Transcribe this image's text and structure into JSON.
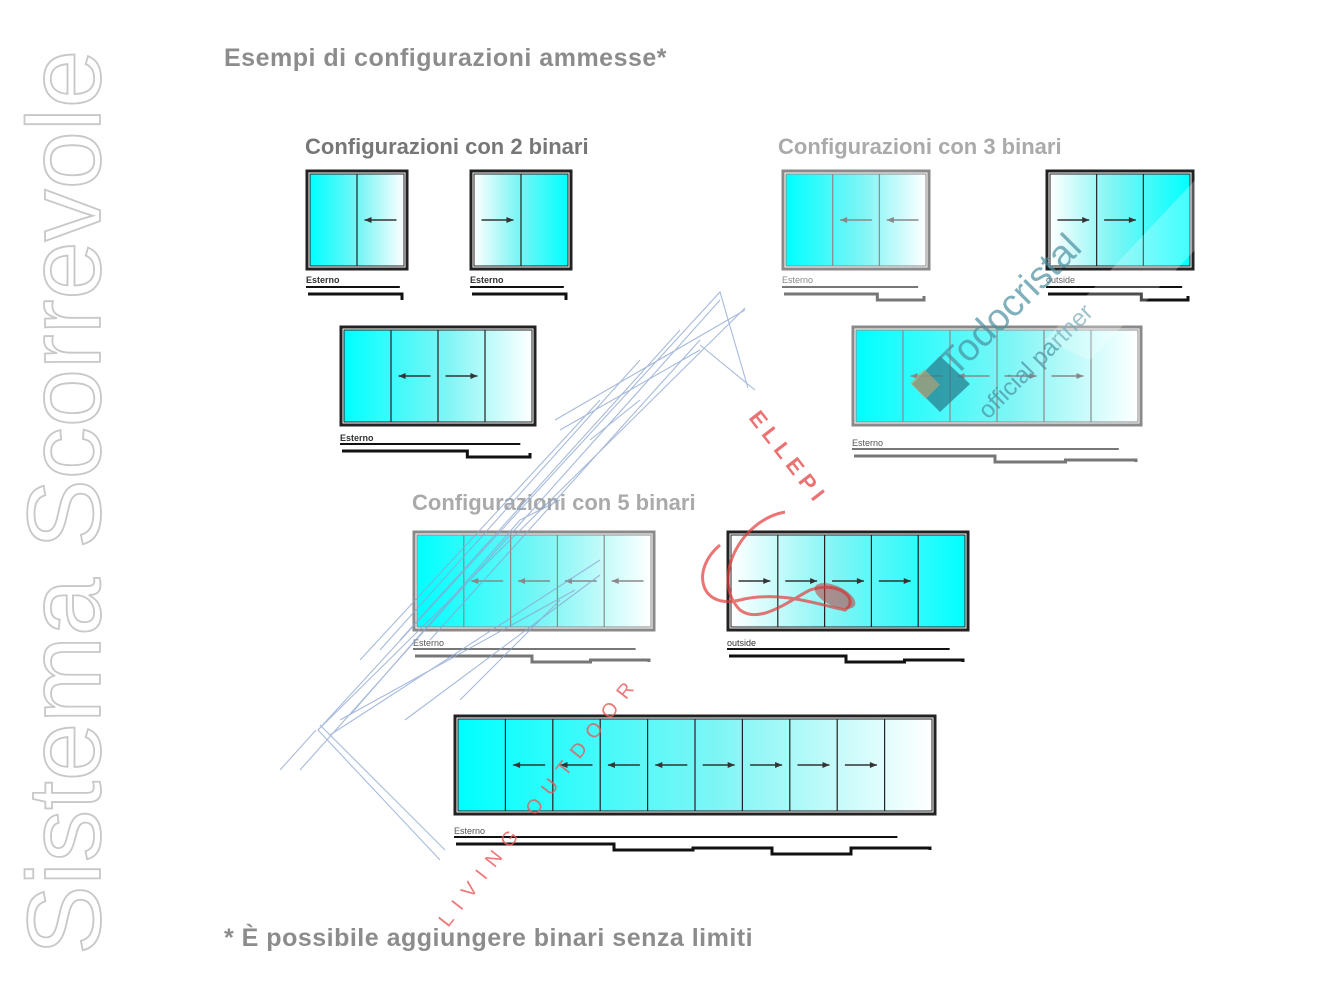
{
  "page": {
    "side_title": "Sistema Scorrevole",
    "heading": "Esempi di configurazioni ammesse*",
    "footnote": "* È possibile aggiungere binari senza limiti"
  },
  "groups": [
    {
      "id": "two-tracks",
      "title": "Configurazioni con 2 binari",
      "faded": false
    },
    {
      "id": "three-tracks",
      "title": "Configurazioni con 3 binari",
      "faded": true
    },
    {
      "id": "five-tracks",
      "title": "Configurazioni con 5 binari",
      "faded": true
    }
  ],
  "configs": [
    {
      "id": "c2a",
      "group": "two-tracks",
      "panels": 2,
      "arrows": [
        "",
        "left"
      ],
      "fade": "ltr",
      "side_label": "Esterno",
      "frame": "dark"
    },
    {
      "id": "c2b",
      "group": "two-tracks",
      "panels": 2,
      "arrows": [
        "right",
        ""
      ],
      "fade": "rtl",
      "side_label": "Esterno",
      "frame": "dark"
    },
    {
      "id": "c2c",
      "group": "two-tracks",
      "panels": 4,
      "arrows": [
        "",
        "left",
        "right",
        ""
      ],
      "fade": "ltr",
      "side_label": "Esterno",
      "frame": "dark"
    },
    {
      "id": "c3a",
      "group": "three-tracks",
      "panels": 3,
      "arrows": [
        "",
        "left",
        "left"
      ],
      "fade": "ltr",
      "side_label": "Esterno",
      "frame": "grey"
    },
    {
      "id": "c3b",
      "group": "three-tracks",
      "panels": 3,
      "arrows": [
        "right",
        "right",
        ""
      ],
      "fade": "rtl",
      "side_label": "outside",
      "frame": "dark"
    },
    {
      "id": "c3c",
      "group": "three-tracks",
      "panels": 6,
      "arrows": [
        "",
        "left",
        "left",
        "right",
        "right",
        ""
      ],
      "fade": "ltr",
      "side_label": "Esterno",
      "frame": "grey"
    },
    {
      "id": "c5a",
      "group": "five-tracks",
      "panels": 5,
      "arrows": [
        "",
        "left",
        "left",
        "left",
        "left"
      ],
      "fade": "ltr",
      "side_label": "Esterno",
      "frame": "grey"
    },
    {
      "id": "c5b",
      "group": "five-tracks",
      "panels": 5,
      "arrows": [
        "right",
        "right",
        "right",
        "right",
        ""
      ],
      "fade": "rtl",
      "side_label": "outside",
      "frame": "dark"
    },
    {
      "id": "c5c",
      "group": "five-tracks",
      "panels": 10,
      "arrows": [
        "",
        "left",
        "left",
        "left",
        "left",
        "right",
        "right",
        "right",
        "right",
        ""
      ],
      "fade": "ltr",
      "side_label": "Esterno",
      "frame": "dark"
    }
  ],
  "watermarks": {
    "todocristal_brand": "Todocristal",
    "todocristal_tagline": "official partner",
    "ellepi_brand": "ELLEPI",
    "ellepi_tagline": "LIVING OUTDOOR"
  },
  "colors": {
    "glass": "#00ffff",
    "frame_dark": "#222222",
    "frame_grey": "#8a8a8a",
    "title_grey": "#8c8c8c",
    "sketch_blue": "#8aa4cf",
    "ellepi_red": "#e23b3b",
    "todocristal_teal": "#2a7f8f"
  }
}
